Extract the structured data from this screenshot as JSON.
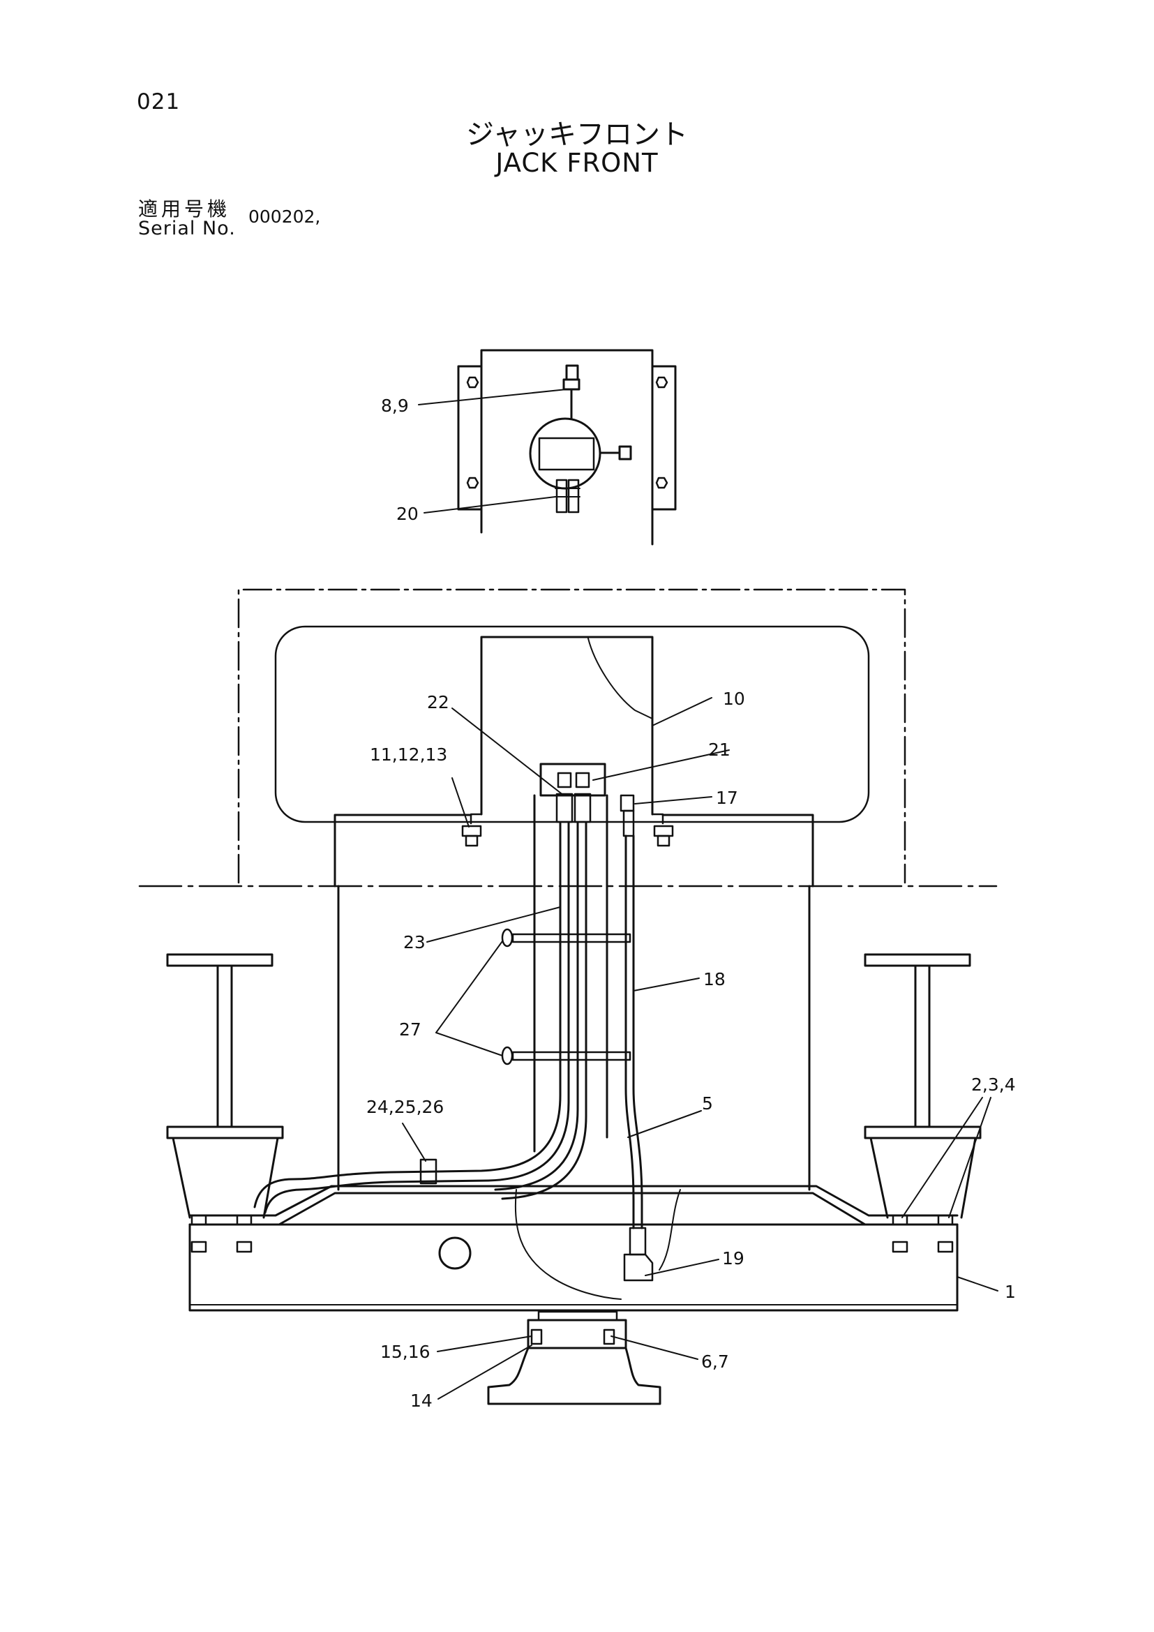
{
  "header": {
    "page_code": "021",
    "title_jp": "ジャッキフロント",
    "title_en": "JACK FRONT",
    "serial_label_jp": "適用号機",
    "serial_label_en": "Serial No.",
    "serial_value": "000202,"
  },
  "callouts": {
    "c_8_9": "8,9",
    "c_20": "20",
    "c_22": "22",
    "c_10": "10",
    "c_11_12_13": "11,12,13",
    "c_21": "21",
    "c_17": "17",
    "c_23": "23",
    "c_18": "18",
    "c_27": "27",
    "c_2_3_4": "2,3,4",
    "c_24_25_26": "24,25,26",
    "c_5": "5",
    "c_19": "19",
    "c_1": "1",
    "c_15_16": "15,16",
    "c_6_7": "6,7",
    "c_14": "14"
  }
}
